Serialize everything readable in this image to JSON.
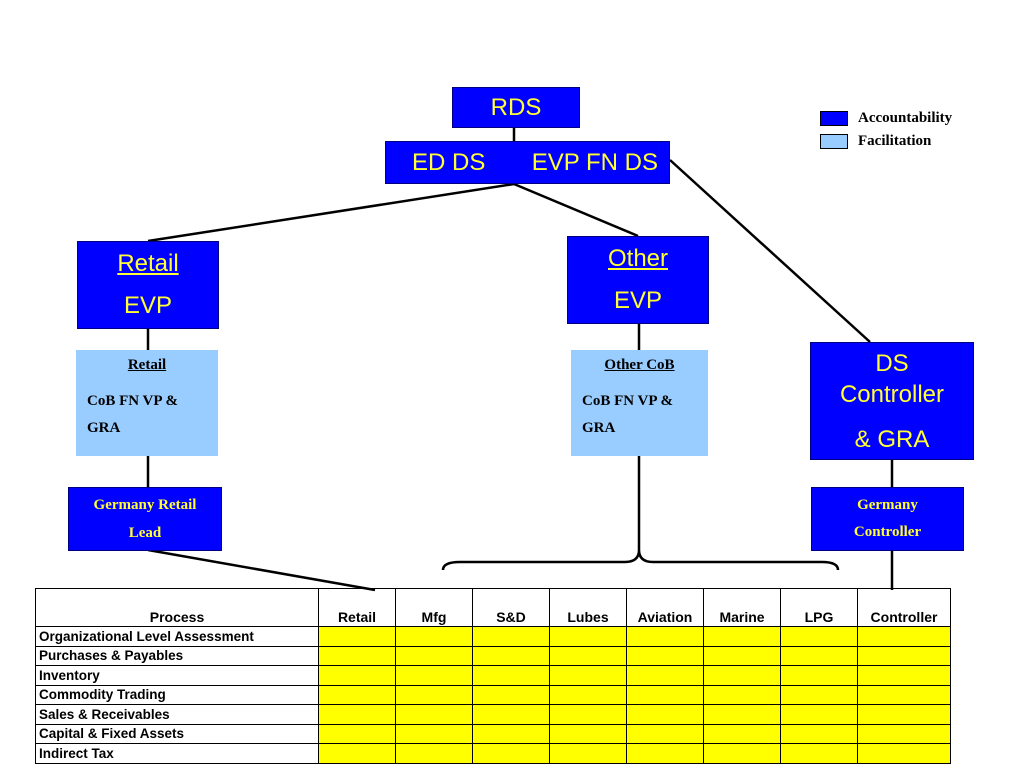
{
  "org": {
    "rds": "RDS",
    "ed_ds": "ED DS",
    "evp_fn_ds": "EVP FN DS",
    "retail_evp": {
      "line1": "Retail",
      "line2": "EVP"
    },
    "other_evp": {
      "line1": "Other",
      "line2": "EVP"
    },
    "retail_cob": {
      "title": "Retail",
      "line1": "CoB FN VP &",
      "line2": "GRA"
    },
    "other_cob": {
      "title": "Other CoB",
      "line1": "CoB FN VP &",
      "line2": "GRA"
    },
    "ds_controller": {
      "line1": "DS",
      "line2": "Controller",
      "line3": "& GRA"
    },
    "germany_retail_lead": {
      "line1": "Germany Retail",
      "line2": "Lead"
    },
    "germany_controller": {
      "line1": "Germany",
      "line2": "Controller"
    }
  },
  "legend": [
    {
      "label": "Accountability",
      "color": "#0000ff"
    },
    {
      "label": "Facilitation",
      "color": "#99ccff"
    }
  ],
  "table": {
    "header_process": "Process",
    "columns": [
      "Retail",
      "Mfg",
      "S&D",
      "Lubes",
      "Aviation",
      "Marine",
      "LPG",
      "Controller"
    ],
    "rows": [
      "Organizational Level Assessment",
      "Purchases & Payables",
      "Inventory",
      "Commodity Trading",
      "Sales & Receivables",
      "Capital & Fixed Assets",
      "Indirect Tax"
    ],
    "cell_color": "#ffff00"
  },
  "colors": {
    "accountability": "#0000ff",
    "facilitation": "#99ccff",
    "text_on_dark": "#ffff33"
  }
}
